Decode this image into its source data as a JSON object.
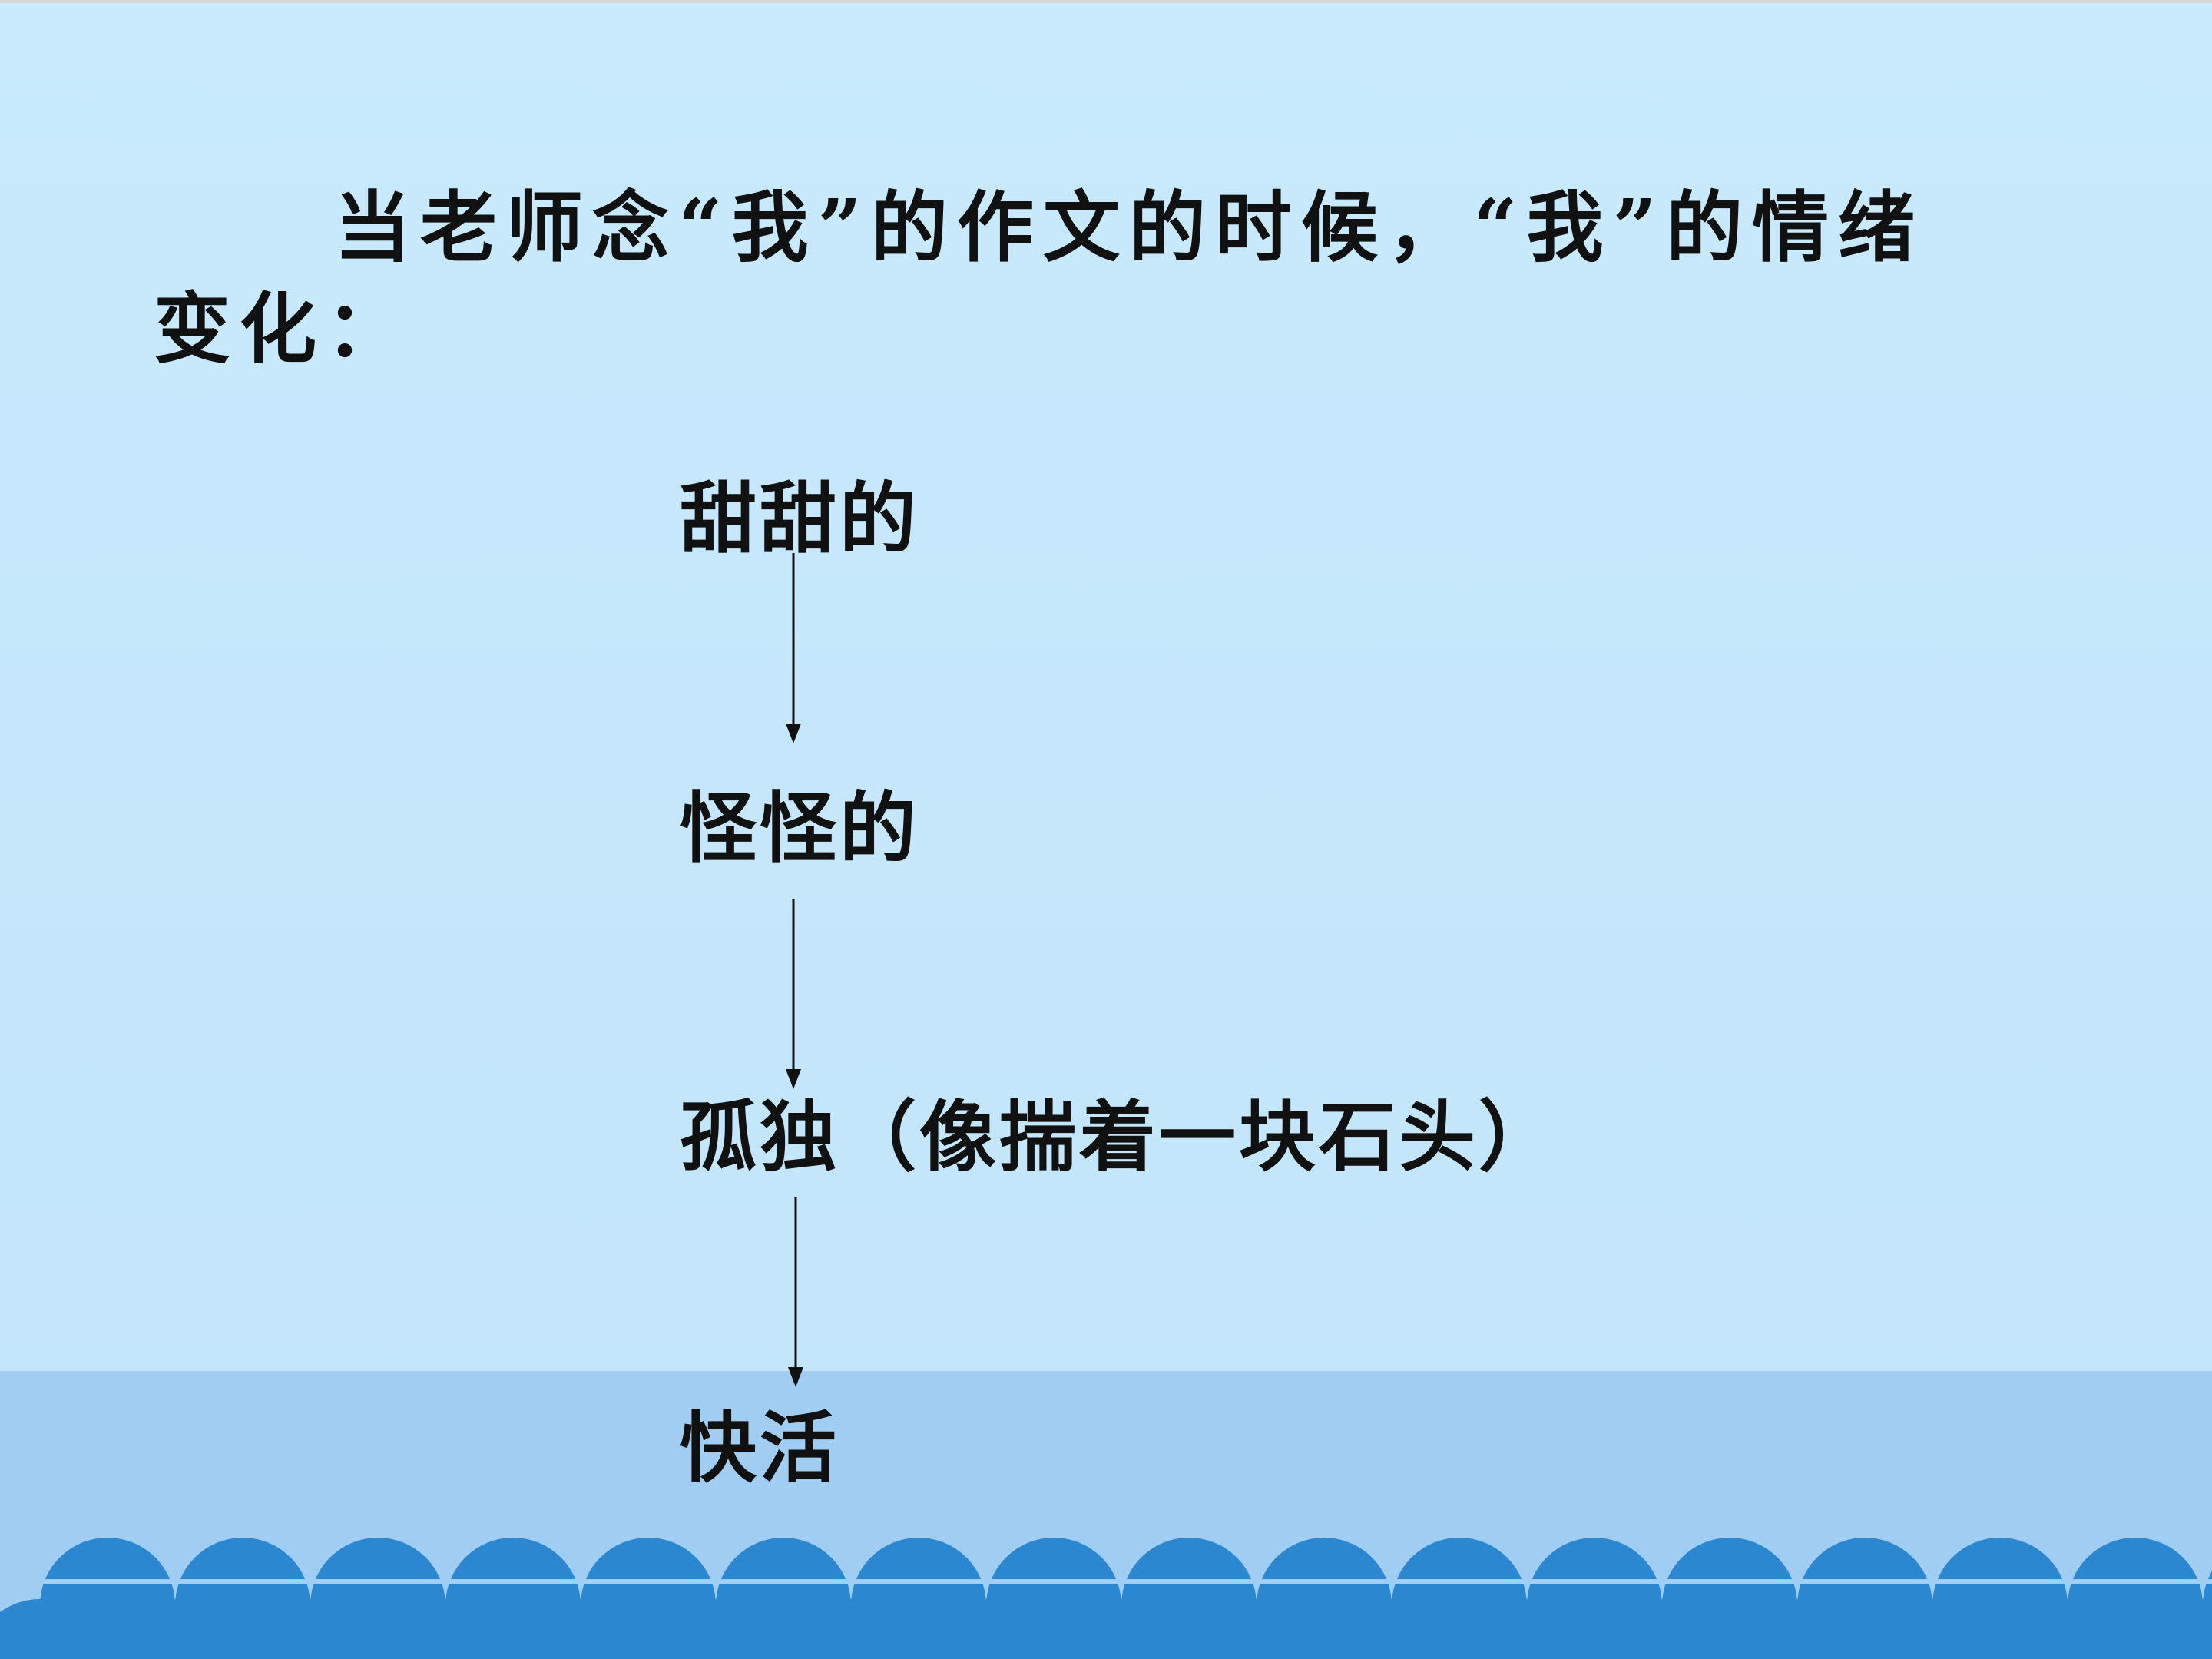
{
  "intro": {
    "text": "当老师念“我”的作文的时候，“我”的情绪变化："
  },
  "flow": {
    "steps": [
      {
        "label": "甜甜的"
      },
      {
        "label": "怪怪的"
      },
      {
        "label": "孤独（像揣着一块石头）"
      },
      {
        "label": "快活"
      }
    ]
  },
  "colors": {
    "background_top": "#c9eafd",
    "band": "#a0cdf1",
    "wave": "#2b87cf",
    "text": "#111111"
  }
}
